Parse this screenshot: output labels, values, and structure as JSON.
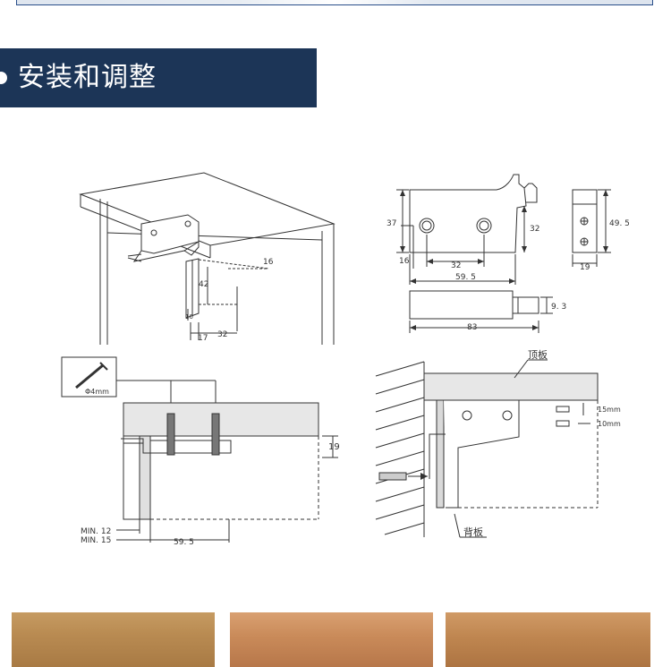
{
  "header": {
    "title": "安装和调整"
  },
  "diagram_cabinet": {
    "dims": [
      "16",
      "42",
      "10",
      "17",
      "32"
    ]
  },
  "diagram_bracket": {
    "height_left": "37",
    "height_right": "32",
    "offset_16": "16",
    "hole_spacing": "32",
    "width": "59. 5",
    "side_height": "49. 5",
    "side_width": "19",
    "rail_height": "9. 3",
    "rail_length": "83"
  },
  "diagram_screw": {
    "screw_label": "Φ4mm",
    "thickness": "19",
    "min_1": "MIN. 12",
    "min_2": "MIN. 15",
    "width": "59. 5"
  },
  "diagram_mount": {
    "top_board": "顶板",
    "back_board": "背板",
    "adjust_vertical": "15mm",
    "adjust_horizontal": "10mm"
  }
}
